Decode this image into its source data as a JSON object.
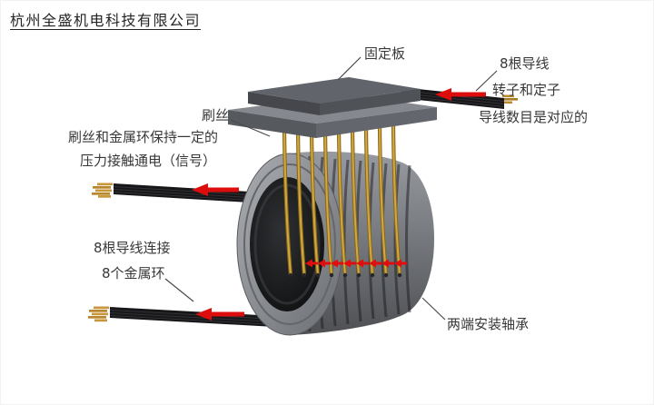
{
  "company": "杭州全盛机电科技有限公司",
  "annotations": {
    "fixed_plate": "固定板",
    "eight_wires": "8根导线",
    "rotor_stator": "转子和定子",
    "wire_count_note": "导线数目是对应的",
    "brush_wire": "刷丝",
    "brush_note_line1": "刷丝和金属环保持一定的",
    "brush_note_line2": "压力接触通电（信号）",
    "wires_connect_line1": "8根导线连接",
    "wires_connect_line2": "8个金属环",
    "bearing_note": "两端安装轴承"
  },
  "colors": {
    "arrow_red": "#de0d0d",
    "brush_gold": "#d2a93f",
    "body_gray": "#75787d",
    "text": "#383838"
  }
}
